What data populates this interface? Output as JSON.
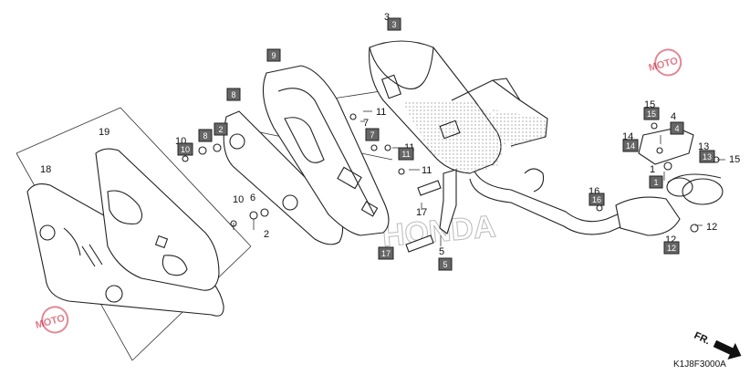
{
  "diagram_code": "K1J8F3000A",
  "direction_label": "FR.",
  "watermark_text": "MOTO",
  "brand_watermark": "HONDA",
  "colors": {
    "callout_box": "#666666",
    "line": "#222222",
    "watermark": "#c8102e"
  },
  "plain_labels": [
    "1",
    "2",
    "3",
    "4",
    "5",
    "6",
    "7",
    "10",
    "11",
    "12",
    "13",
    "14",
    "15",
    "16",
    "17",
    "18",
    "19"
  ],
  "callouts": {
    "c1": "1",
    "c2": "2",
    "c3": "3",
    "c4": "4",
    "c5": "5",
    "c7": "7",
    "c8": "8",
    "c9": "9",
    "c10": "10",
    "c11": "11",
    "c12": "12",
    "c13": "13",
    "c14": "14",
    "c15": "15",
    "c16": "16",
    "c17": "17"
  }
}
